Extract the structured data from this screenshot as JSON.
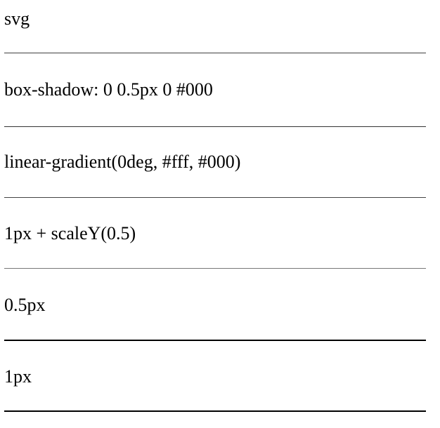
{
  "rows": [
    {
      "label": "svg"
    },
    {
      "label": "box-shadow: 0 0.5px 0 #000"
    },
    {
      "label": "linear-gradient(0deg, #fff, #000)"
    },
    {
      "label": "1px + scaleY(0.5)"
    },
    {
      "label": "0.5px"
    },
    {
      "label": "1px"
    }
  ]
}
